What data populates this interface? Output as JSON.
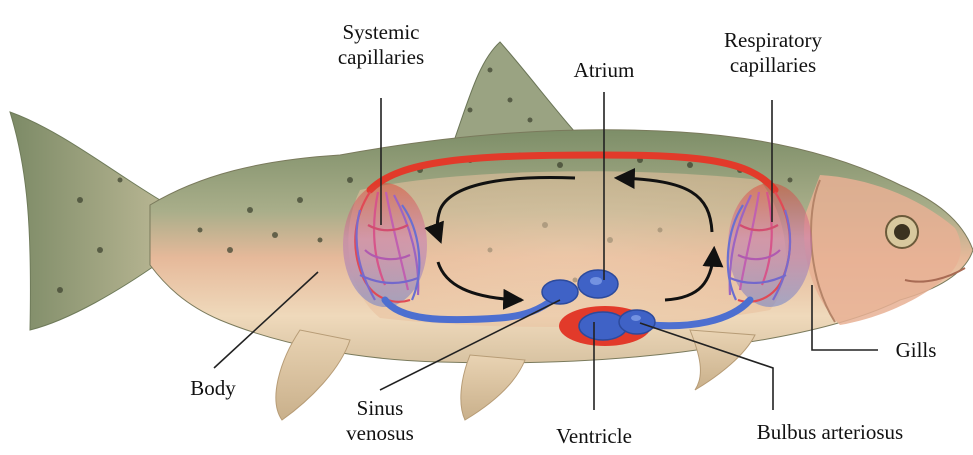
{
  "colors": {
    "oxygenated_blood": "#e23a2a",
    "deoxygenated_blood": "#4d6fd0",
    "heart_chamber": "#3f62c6",
    "flow_arrow": "#111111",
    "fish_back": "#8a9a74",
    "fish_belly": "#e9c9a4",
    "leader_line": "#222222"
  },
  "labels": {
    "systemic_capillaries": "Systemic\ncapillaries",
    "atrium": "Atrium",
    "respiratory_capillaries": "Respiratory\ncapillaries",
    "body": "Body",
    "sinus_venosus": "Sinus\nvenosus",
    "ventricle": "Ventricle",
    "bulbus_arteriosus": "Bulbus arteriosus",
    "gills": "Gills"
  }
}
